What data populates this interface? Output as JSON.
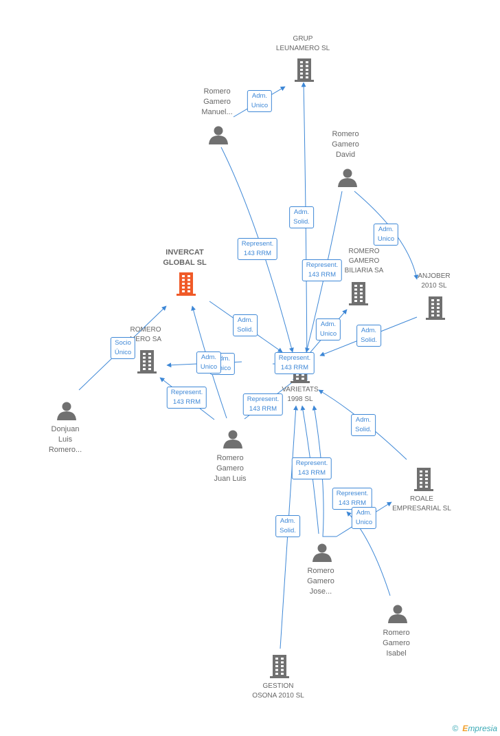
{
  "colors": {
    "edge": "#3d87d6",
    "node": "#707070",
    "main": "#f05a28"
  },
  "nodes": [
    {
      "id": "grup",
      "kind": "company",
      "lines": [
        "GRUP",
        "LEUNAMERO SL"
      ]
    },
    {
      "id": "manuel",
      "kind": "person",
      "lines": [
        "Romero",
        "Gamero",
        "Manuel..."
      ]
    },
    {
      "id": "david",
      "kind": "person",
      "lines": [
        "Romero",
        "Gamero",
        "David"
      ]
    },
    {
      "id": "invercat",
      "kind": "main",
      "lines": [
        "INVERCAT",
        "GLOBAL SL"
      ]
    },
    {
      "id": "rominmo",
      "kind": "company",
      "lines": [
        "ROMERO",
        "GAMERO",
        "BILIARIA SA"
      ]
    },
    {
      "id": "anjober",
      "kind": "company",
      "lines": [
        "ANJOBER",
        "2010 SL"
      ]
    },
    {
      "id": "romsa",
      "kind": "company",
      "lines": [
        "ROMERO",
        "MERO SA"
      ]
    },
    {
      "id": "variet",
      "kind": "company",
      "lines": [
        "VARIETATS",
        "1998 SL"
      ]
    },
    {
      "id": "donjuan",
      "kind": "person",
      "lines": [
        "Donjuan",
        "Luis",
        "Romero..."
      ]
    },
    {
      "id": "juanluis",
      "kind": "person",
      "lines": [
        "Romero",
        "Gamero",
        "Juan Luis"
      ]
    },
    {
      "id": "roale",
      "kind": "company",
      "lines": [
        "ROALE",
        "EMPRESARIAL SL"
      ]
    },
    {
      "id": "jose",
      "kind": "person",
      "lines": [
        "Romero",
        "Gamero",
        "Jose..."
      ]
    },
    {
      "id": "isabel",
      "kind": "person",
      "lines": [
        "Romero",
        "Gamero",
        "Isabel"
      ]
    },
    {
      "id": "gestion",
      "kind": "company",
      "lines": [
        "GESTION",
        "OSONA 2010 SL"
      ]
    }
  ],
  "edge_labels": [
    [
      "Adm.",
      "Unico"
    ],
    [
      "Adm.",
      "Solid."
    ],
    [
      "Represent.",
      "143 RRM"
    ],
    [
      "Adm.",
      "Unico"
    ],
    [
      "Represent.",
      "143 RRM"
    ],
    [
      "Adm.",
      "Unico"
    ],
    [
      "Adm.",
      "Solid."
    ],
    [
      "Socio",
      "Único"
    ],
    [
      "Adm.",
      "Solid."
    ],
    [
      "Adm.",
      "Unico"
    ],
    [
      "Adm.",
      "Unico"
    ],
    [
      "Represent.",
      "143 RRM"
    ],
    [
      "Represent.",
      "143 RRM"
    ],
    [
      "Represent.",
      "143 RRM"
    ],
    [
      "Adm.",
      "Solid."
    ],
    [
      "Represent.",
      "143 RRM"
    ],
    [
      "Represent.",
      "143 RRM"
    ],
    [
      "Adm.",
      "Unico"
    ],
    [
      "Adm.",
      "Solid."
    ]
  ],
  "footer": {
    "copyright": "©",
    "brand_initial": "E",
    "brand_rest": "mpresia"
  }
}
